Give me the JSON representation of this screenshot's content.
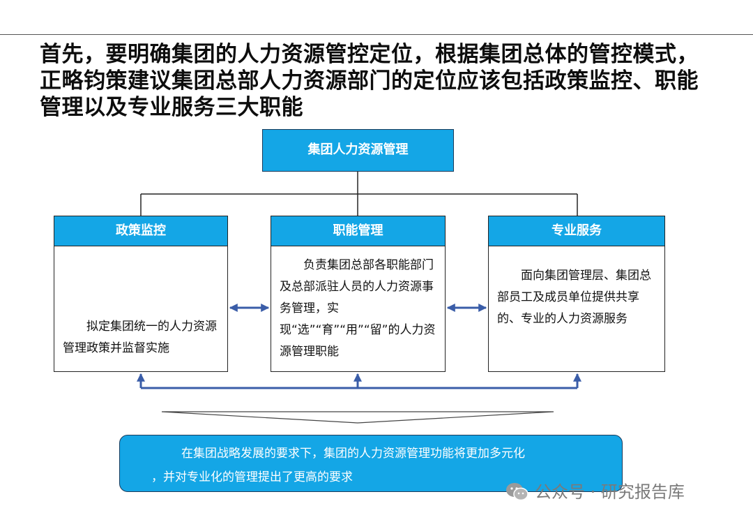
{
  "title": "首先，要明确集团的人力资源管控定位，根据集团总体的管控模式，正略钧策建议集团总部人力资源部门的定位应该包括政策监控、职能管理以及专业服务三大职能",
  "root": "集团人力资源管理",
  "cards": [
    {
      "title": "政策监控",
      "body": "拟定集团统一的人力资源管理政策并监督实施"
    },
    {
      "title": "职能管理",
      "body": "负责集团总部各职能部门及总部派驻人员的人力资源事务管理，实现“选”“育”“用”“留”的人力资源管理职能"
    },
    {
      "title": "专业服务",
      "body": "面向集团管理层、集团总部员工及成员单位提供共享的、专业的人力资源服务"
    }
  ],
  "bottom": {
    "line1": "在集团战略发展的要求下，集团的人力资源管理功能将更加多元化",
    "line2": "，并对专业化的管理提出了更高的要求"
  },
  "watermark": {
    "text": "公众号 · 研究报告库",
    "icon": "wechat-icon"
  },
  "colors": {
    "accent": "#14a6e6",
    "arrow": "#3a5da8",
    "border": "#1c3a5a"
  }
}
